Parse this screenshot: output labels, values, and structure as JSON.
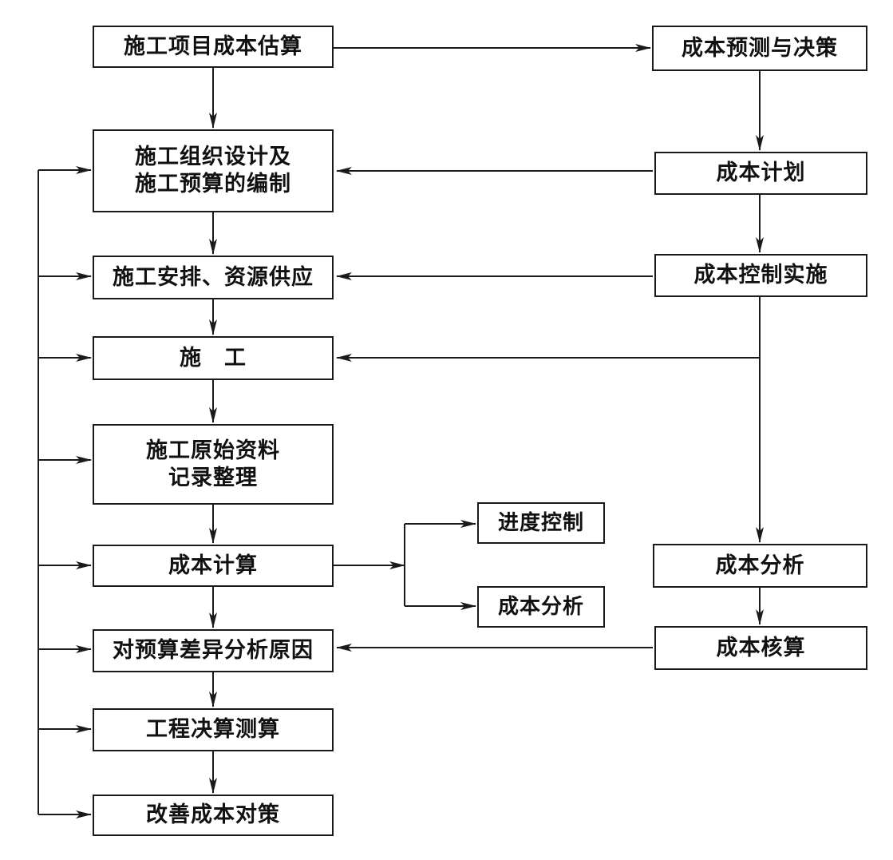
{
  "boxes": {
    "estimate": "施工项目成本估算",
    "forecast": "成本预测与决策",
    "org_design": "施工组织设计及\n施工预算的编制",
    "plan": "成本计划",
    "arrange": "施工安排、资源供应",
    "control": "成本控制实施",
    "construction": "施　工",
    "records": "施工原始资料\n记录整理",
    "schedule_control": "进度控制",
    "calc": "成本计算",
    "analysis_left": "成本分析",
    "analysis_right": "成本分析",
    "variance": "对预算差异分析原因",
    "accounting": "成本核算",
    "final_calc": "工程决算测算",
    "improve": "改善成本对策"
  }
}
